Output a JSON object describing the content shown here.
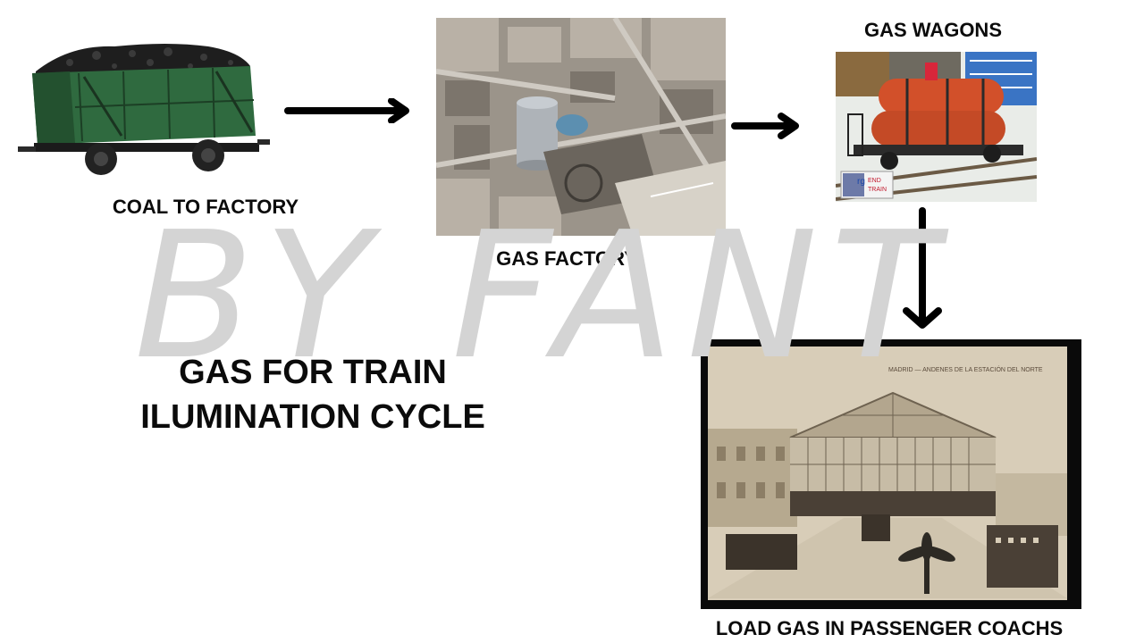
{
  "diagram": {
    "watermark": "BY  FANT",
    "steps": [
      {
        "label": "COAL TO FACTORY"
      },
      {
        "label": "GAS  FACTORY"
      },
      {
        "label": "GAS  WAGONS"
      },
      {
        "label": "LOAD GAS IN PASSENGER COACHS"
      }
    ],
    "title_lines": [
      "GAS FOR TRAIN",
      "ILUMINATION CYCLE"
    ],
    "postcard_caption": "MADRID — ANDENES DE LA ESTACIÓN DEL NORTE",
    "badge_text": "rg",
    "badge_text2": "END TRAIN"
  }
}
